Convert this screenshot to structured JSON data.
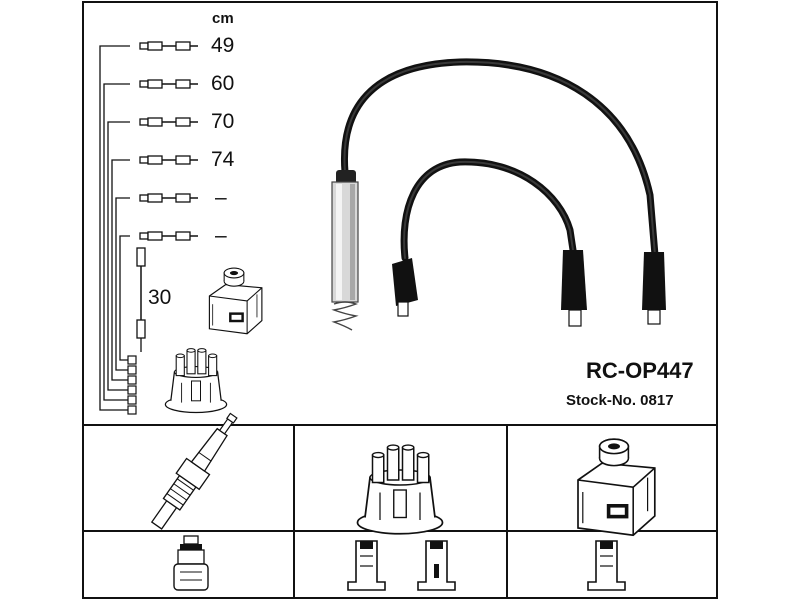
{
  "catalog": {
    "unit_label": "cm",
    "lengths": [
      "49",
      "60",
      "70",
      "74",
      "–",
      "–"
    ],
    "coil_lead_length": "30",
    "model": "RC-OP447",
    "stock_number": "Stock-No. 0817"
  },
  "icons": {
    "wire_set": "ignition-wire-set-icon",
    "spark_plug": "spark-plug-icon",
    "distributor_cap": "distributor-cap-icon",
    "ignition_coil": "ignition-coil-icon",
    "plug_terminal": "plug-terminal-icon",
    "cap_terminal": "cap-terminal-icon",
    "coil_terminal": "coil-terminal-icon"
  }
}
